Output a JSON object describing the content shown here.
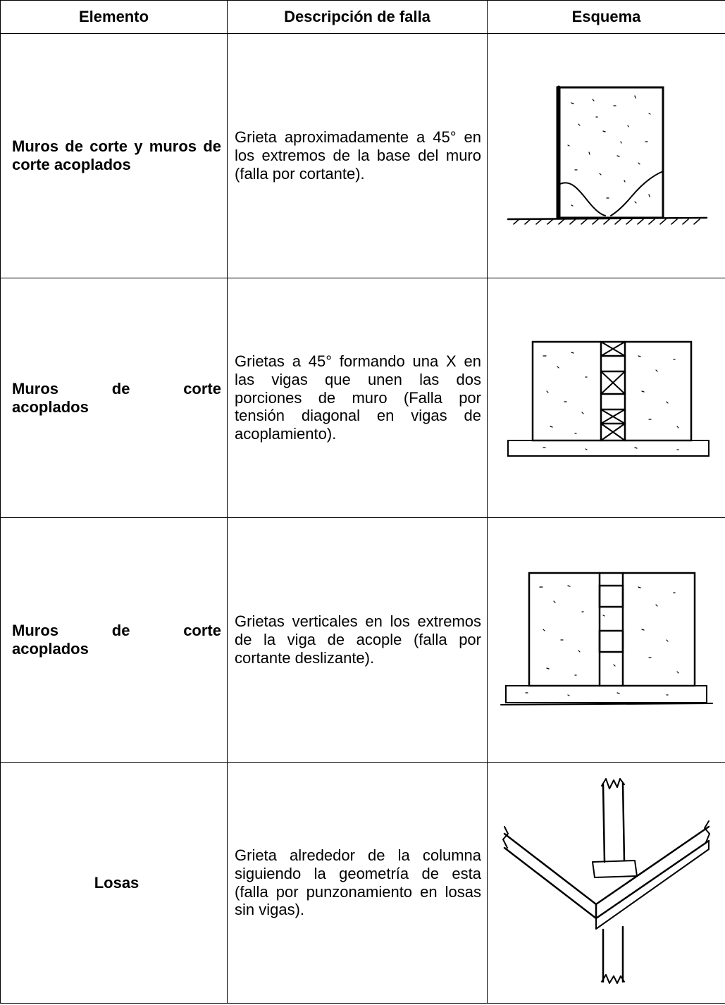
{
  "table": {
    "headers": [
      "Elemento",
      "Descripción de falla",
      "Esquema"
    ],
    "rows": [
      {
        "element": "Muros de corte y muros de corte acoplados",
        "description": "Grieta aproximadamente a 45° en los extremos de la base del muro (falla por cortante).",
        "sketch": "shear-wall-base-crack-icon"
      },
      {
        "element": "Muros de corte acoplados",
        "description": "Grietas a 45° formando una X en las vigas que unen las dos porciones de muro (Falla por tensión diagonal en vigas de acoplamiento).",
        "sketch": "coupling-beam-x-crack-icon"
      },
      {
        "element": "Muros de corte acoplados",
        "description": "Grietas verticales en los extremos de la viga de acople (falla por cortante deslizante).",
        "sketch": "coupling-beam-vertical-crack-icon"
      },
      {
        "element": "Losas",
        "description": "Grieta alrededor de la columna siguiendo la geometría de esta (falla por punzonamiento en losas sin vigas).",
        "sketch": "slab-punching-icon"
      }
    ]
  }
}
